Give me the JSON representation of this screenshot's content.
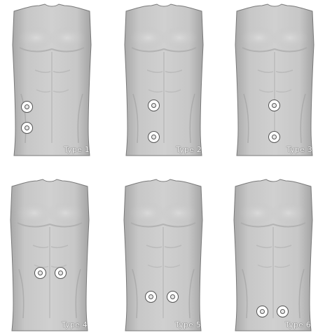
{
  "colors": {
    "skin_light": "#d2d2d2",
    "skin_mid": "#b9b9b9",
    "skin_dark": "#9a9a9a",
    "outline": "#7a7a7a",
    "electrode_ring": "#555555"
  },
  "panels": [
    {
      "label": "Type 1",
      "electrodes": [
        {
          "name": "upper-electrode"
        },
        {
          "name": "lower-electrode"
        }
      ]
    },
    {
      "label": "Type 2",
      "electrodes": [
        {
          "name": "upper-electrode"
        },
        {
          "name": "lower-electrode"
        }
      ]
    },
    {
      "label": "Type 3",
      "electrodes": [
        {
          "name": "upper-electrode"
        },
        {
          "name": "lower-electrode"
        }
      ]
    },
    {
      "label": "Type 4",
      "electrodes": [
        {
          "name": "left-electrode"
        },
        {
          "name": "right-electrode"
        }
      ]
    },
    {
      "label": "Type 5",
      "electrodes": [
        {
          "name": "left-electrode"
        },
        {
          "name": "right-electrode"
        }
      ]
    },
    {
      "label": "Type 6",
      "electrodes": [
        {
          "name": "left-electrode"
        },
        {
          "name": "right-electrode"
        }
      ]
    }
  ]
}
